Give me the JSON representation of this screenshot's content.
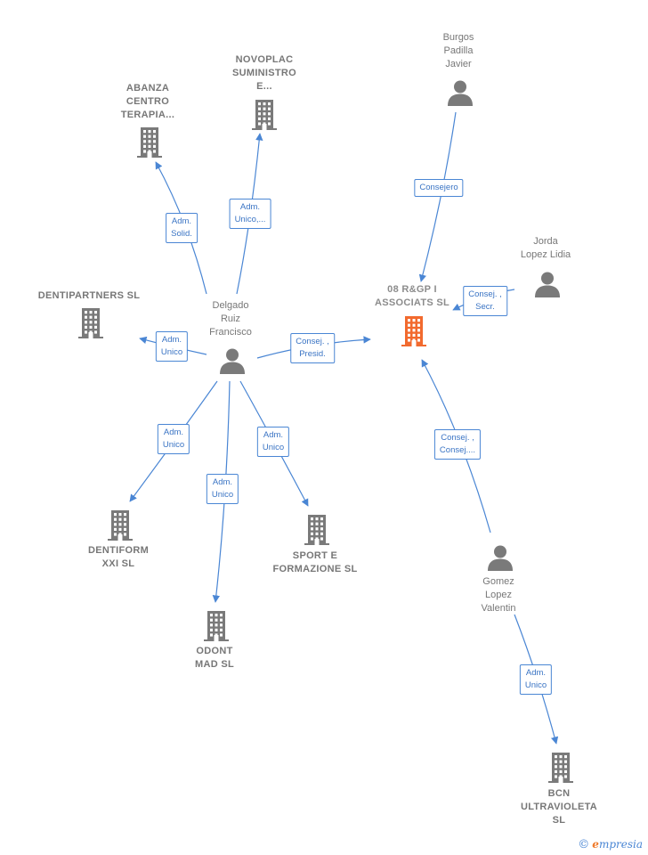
{
  "colors": {
    "edge": "#4a86d4",
    "person": "#7a7a7a",
    "company": "#7a7a7a",
    "focus": "#f26a2e"
  },
  "nodes": [
    {
      "id": "abanza",
      "type": "company",
      "lines": [
        "ABANZA",
        "CENTRO",
        "TERAPIA..."
      ],
      "icon": "building-icon"
    },
    {
      "id": "novoplac",
      "type": "company",
      "lines": [
        "NOVOPLAC",
        "SUMINISTRO",
        "E..."
      ],
      "icon": "building-icon"
    },
    {
      "id": "burgos",
      "type": "person",
      "lines": [
        "Burgos",
        "Padilla",
        "Javier"
      ],
      "icon": "person-icon"
    },
    {
      "id": "dentipartners",
      "type": "company",
      "lines": [
        "DENTIPARTNERS SL"
      ],
      "icon": "building-icon"
    },
    {
      "id": "delgado",
      "type": "person",
      "lines": [
        "Delgado",
        "Ruiz",
        "Francisco"
      ],
      "icon": "person-icon"
    },
    {
      "id": "rgp",
      "type": "focus",
      "lines": [
        "08 R&GP I",
        "ASSOCIATS SL"
      ],
      "icon": "building-icon"
    },
    {
      "id": "jorda",
      "type": "person",
      "lines": [
        "Jorda",
        "Lopez Lidia"
      ],
      "icon": "person-icon"
    },
    {
      "id": "dentiform",
      "type": "company",
      "lines": [
        "DENTIFORM",
        "XXI SL"
      ],
      "icon": "building-icon"
    },
    {
      "id": "sport",
      "type": "company",
      "lines": [
        "SPORT E",
        "FORMAZIONE SL"
      ],
      "icon": "building-icon"
    },
    {
      "id": "odont",
      "type": "company",
      "lines": [
        "ODONT",
        "MAD SL"
      ],
      "icon": "building-icon"
    },
    {
      "id": "gomez",
      "type": "person",
      "lines": [
        "Gomez",
        "Lopez",
        "Valentin"
      ],
      "icon": "person-icon"
    },
    {
      "id": "bcn",
      "type": "company",
      "lines": [
        "BCN",
        "ULTRAVIOLETA",
        "SL"
      ],
      "icon": "building-icon"
    }
  ],
  "edges": [
    {
      "from": "delgado",
      "to": "abanza",
      "lines": [
        "Adm.",
        "Solid."
      ]
    },
    {
      "from": "delgado",
      "to": "novoplac",
      "lines": [
        "Adm.",
        "Unico,..."
      ]
    },
    {
      "from": "delgado",
      "to": "dentipartners",
      "lines": [
        "Adm.",
        "Unico"
      ]
    },
    {
      "from": "delgado",
      "to": "rgp",
      "lines": [
        "Consej. ,",
        "Presid."
      ]
    },
    {
      "from": "delgado",
      "to": "dentiform",
      "lines": [
        "Adm.",
        "Unico"
      ]
    },
    {
      "from": "delgado",
      "to": "odont",
      "lines": [
        "Adm.",
        "Unico"
      ]
    },
    {
      "from": "delgado",
      "to": "sport",
      "lines": [
        "Adm.",
        "Unico"
      ]
    },
    {
      "from": "burgos",
      "to": "rgp",
      "lines": [
        "Consejero"
      ]
    },
    {
      "from": "jorda",
      "to": "rgp",
      "lines": [
        "Consej. ,",
        "Secr."
      ]
    },
    {
      "from": "gomez",
      "to": "rgp",
      "lines": [
        "Consej. ,",
        "Consej...."
      ]
    },
    {
      "from": "gomez",
      "to": "bcn",
      "lines": [
        "Adm.",
        "Unico"
      ]
    }
  ],
  "footer": {
    "copyright": "©",
    "brand_first": "e",
    "brand_rest": "mpresia"
  }
}
